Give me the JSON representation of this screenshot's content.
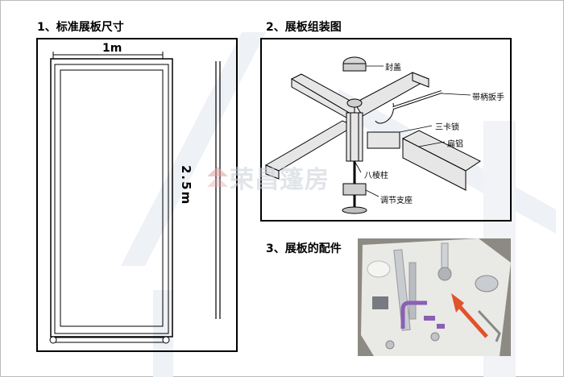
{
  "sections": {
    "panel_size": {
      "title": "1、标准展板尺寸",
      "width_label": "1m",
      "height_label": "2.5m"
    },
    "assembly": {
      "title": "2、展板组装图",
      "parts": {
        "cap": "封盖",
        "wrench": "带柄扳手",
        "three_clip_lock": "三卡锁",
        "flat_aluminum": "扁铝",
        "octagonal_column": "八棱柱",
        "adjustable_base": "调节支座"
      }
    },
    "accessories": {
      "title": "3、展板的配件"
    }
  },
  "watermark": {
    "text": "荣昌篷房"
  },
  "colors": {
    "watermark": "#c9cfd6",
    "watermark_icon": "#e0a0a0",
    "stripe": "#e9edf3"
  }
}
